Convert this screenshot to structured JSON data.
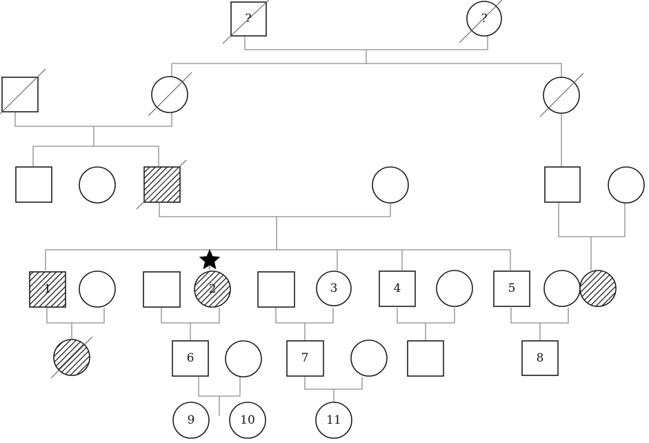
{
  "pedigree": {
    "colors": {
      "line": "#8a8a8a",
      "symbol_stroke": "#1a1a1a",
      "affected_hatch": "#1a1a1a"
    },
    "proband_marker": "star-icon",
    "generation_1": {
      "male_unknown": {
        "sex": "male",
        "status": "deceased",
        "label": "?"
      },
      "female_unknown": {
        "sex": "female",
        "status": "deceased",
        "label": "?"
      }
    },
    "generation_2": {
      "husband": {
        "sex": "male",
        "status": "deceased"
      },
      "daughter": {
        "sex": "female",
        "status": "deceased"
      },
      "right_daughter": {
        "sex": "female",
        "status": "deceased"
      }
    },
    "generation_3": {
      "son_unaffected": {
        "sex": "male"
      },
      "daughter_unaffected": {
        "sex": "female"
      },
      "son_affected": {
        "sex": "male",
        "status": "deceased",
        "affected": true
      },
      "spouse": {
        "sex": "female"
      },
      "right_son": {
        "sex": "male"
      },
      "right_son_spouse": {
        "sex": "female"
      }
    },
    "generation_4": {
      "individual_1": {
        "sex": "male",
        "affected": true,
        "label": "1"
      },
      "individual_2": {
        "sex": "female",
        "affected": true,
        "proband": true,
        "label": "2"
      },
      "individual_3": {
        "sex": "female",
        "label": "3"
      },
      "individual_4": {
        "sex": "male",
        "label": "4"
      },
      "individual_5": {
        "sex": "male",
        "label": "5"
      },
      "cousin_affected": {
        "sex": "female",
        "affected": true
      }
    },
    "generation_5": {
      "individual_6": {
        "sex": "male",
        "label": "6"
      },
      "individual_7": {
        "sex": "male",
        "label": "7"
      },
      "individual_8": {
        "sex": "male",
        "label": "8"
      },
      "child_of_1": {
        "sex": "female",
        "status": "deceased",
        "affected": true
      }
    },
    "generation_6": {
      "individual_9": {
        "sex": "female",
        "label": "9"
      },
      "individual_10": {
        "sex": "female",
        "label": "10"
      },
      "individual_11": {
        "sex": "female",
        "label": "11"
      }
    }
  }
}
